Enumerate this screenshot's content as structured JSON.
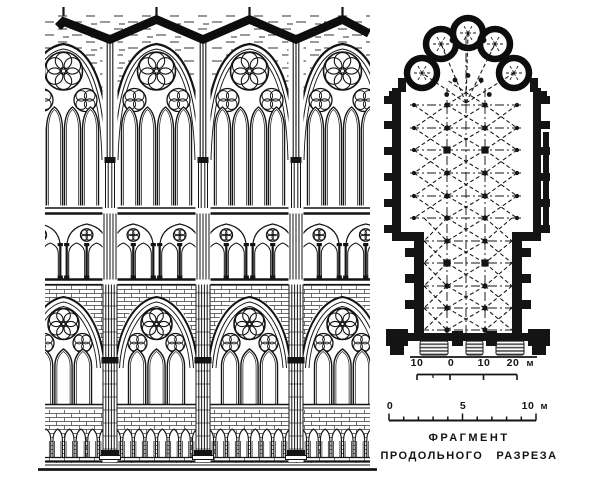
{
  "colors": {
    "ink": "#141414",
    "paper": "#ffffff"
  },
  "caption": {
    "line1": "ФРАГМЕНТ",
    "line2_word1": "ПРОДОЛЬНОГО",
    "line2_word2": "РАЗРЕЗА"
  },
  "plan_scale": {
    "labels": [
      "10",
      "0",
      "10",
      "20"
    ],
    "unit": "м"
  },
  "section_scale": {
    "labels": [
      "0",
      "5",
      "10"
    ],
    "unit": "м"
  }
}
